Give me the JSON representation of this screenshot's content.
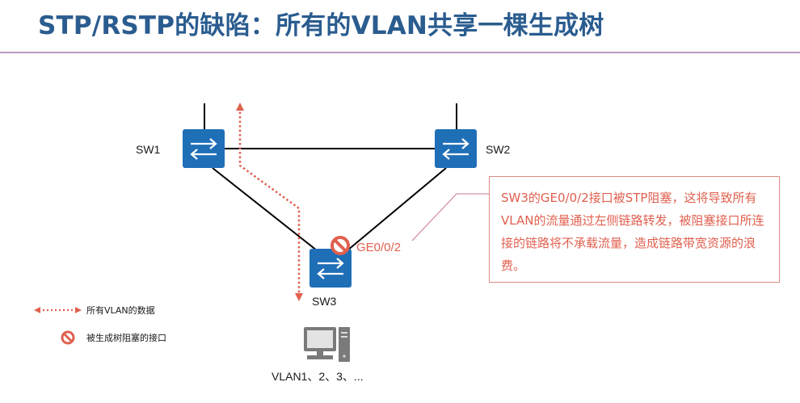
{
  "title": "STP/RSTP的缺陷：所有的VLAN共享一棵生成树",
  "switches": [
    {
      "id": "sw1",
      "label": "SW1"
    },
    {
      "id": "sw2",
      "label": "SW2"
    },
    {
      "id": "sw3",
      "label": "SW3"
    }
  ],
  "blocked_port": {
    "label": "GE0/0/2"
  },
  "pc_label": "VLAN1、2、3、...",
  "callout": {
    "text": "SW3的GE0/0/2接口被STP阻塞，这将导致所有VLAN的流量通过左侧链路转发，被阻塞接口所连接的链路将不承载流量，造成链路带宽资源的浪费。"
  },
  "legend": {
    "vlan_data": "所有VLAN的数据",
    "blocked_port": "被生成树阻塞的接口"
  },
  "colors": {
    "title": "#2a5c8f",
    "switch": "#1f6fb7",
    "accent_red": "#e0604f",
    "rule": "#b99ac4"
  }
}
